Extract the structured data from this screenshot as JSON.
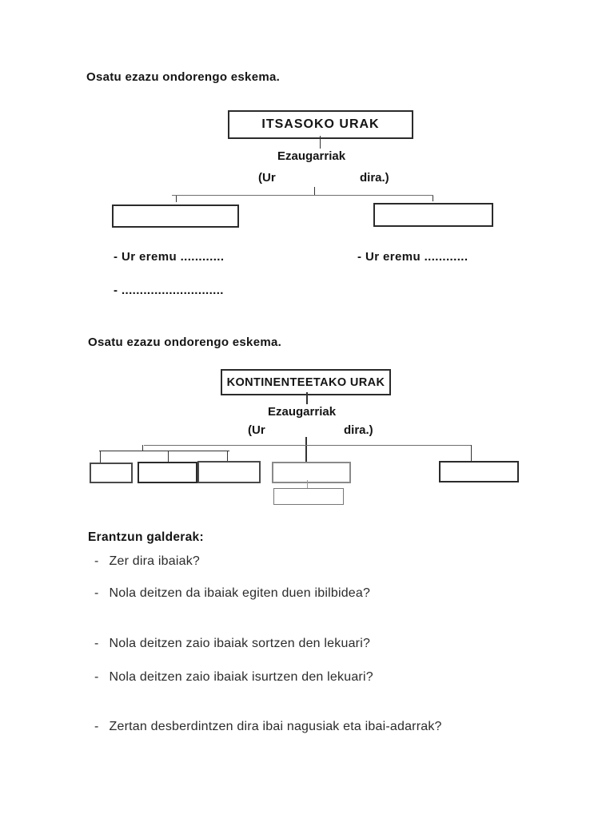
{
  "colors": {
    "text": "#1f1f1f",
    "connector_line": "#6f6f6f",
    "box_border_dark": "#2b2b2b",
    "box_border_gray": "#8a8a8a"
  },
  "section1": {
    "heading": "Osatu ezazu ondorengo eskema.",
    "root_label": "ITSASOKO URAK",
    "subtitle": "Ezaugarriak",
    "fill_open": "(Ur",
    "fill_close": "dira.)",
    "bullet_left_1": "- Ur eremu ............",
    "bullet_right_1": "- Ur eremu ............",
    "bullet_left_2": "- ............................"
  },
  "section2": {
    "heading": "Osatu ezazu ondorengo eskema.",
    "root_label": "KONTINENTEETAKO URAK",
    "subtitle": "Ezaugarriak",
    "fill_open": "(Ur",
    "fill_close": "dira.)"
  },
  "questions": {
    "heading": "Erantzun galderak:",
    "dash": "-",
    "items": [
      "Zer dira ibaiak?",
      "Nola deitzen da ibaiak egiten duen ibilbidea?",
      "Nola deitzen zaio ibaiak sortzen den lekuari?",
      "Nola deitzen zaio ibaiak isurtzen den lekuari?",
      "Zertan desberdintzen dira ibai nagusiak eta ibai-adarrak?"
    ]
  }
}
